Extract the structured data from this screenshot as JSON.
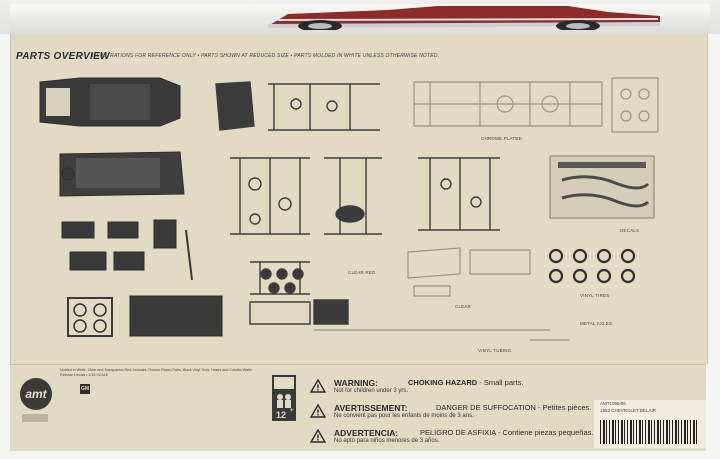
{
  "header": {
    "title": "PARTS OVERVIEW",
    "note": "ILLUSTRATIONS FOR REFERENCE ONLY • PARTS SHOWN AT REDUCED SIZE • PARTS MOLDED IN WHITE UNLESS OTHERWISE NOTED."
  },
  "labels": {
    "chrome": "CHROME PLATED",
    "decals": "DECALS",
    "clear_red": "CLEAR RED",
    "clear": "CLEAR",
    "vinyl_tires": "VINYL TIRES",
    "metal_axles": "METAL AXLES",
    "vinyl_tubing": "VINYL TUBING"
  },
  "brand": {
    "logo": "amt",
    "gm": "GM",
    "molded_text": "Molded in White, Clear and Transparent Red. Includes Chrome Plated Parts, Black Vinyl Tires, Hoses and Colorful Water Release Decals • 1/16 SCALE"
  },
  "age_badge": {
    "value": "12",
    "plus": "+"
  },
  "warnings": [
    {
      "head": "WARNING:",
      "headline": "CHOKING HAZARD",
      "text": "Small parts.",
      "sub": "Not for children under 3 yrs."
    },
    {
      "head": "AVERTISSEMENT:",
      "headline": "DANGER DE SUFFOCATION",
      "text": "Petites pièces.",
      "sub": "Ne convient pas pour les enfants de moins de 3 ans."
    },
    {
      "head": "ADVERTENCIA:",
      "headline": "PELIGRO DE ASFIXIA",
      "text": "Contiene piezas pequeñas.",
      "sub": "No apto para niños menores de 3 años."
    }
  ],
  "barcode": {
    "top": "AMT1065/06",
    "model": "1953 CHEVROLET BELAIR"
  },
  "colors": {
    "panel": "#e2dbc4",
    "ink": "#2f2f2f",
    "car_red": "#8e2a2a"
  }
}
